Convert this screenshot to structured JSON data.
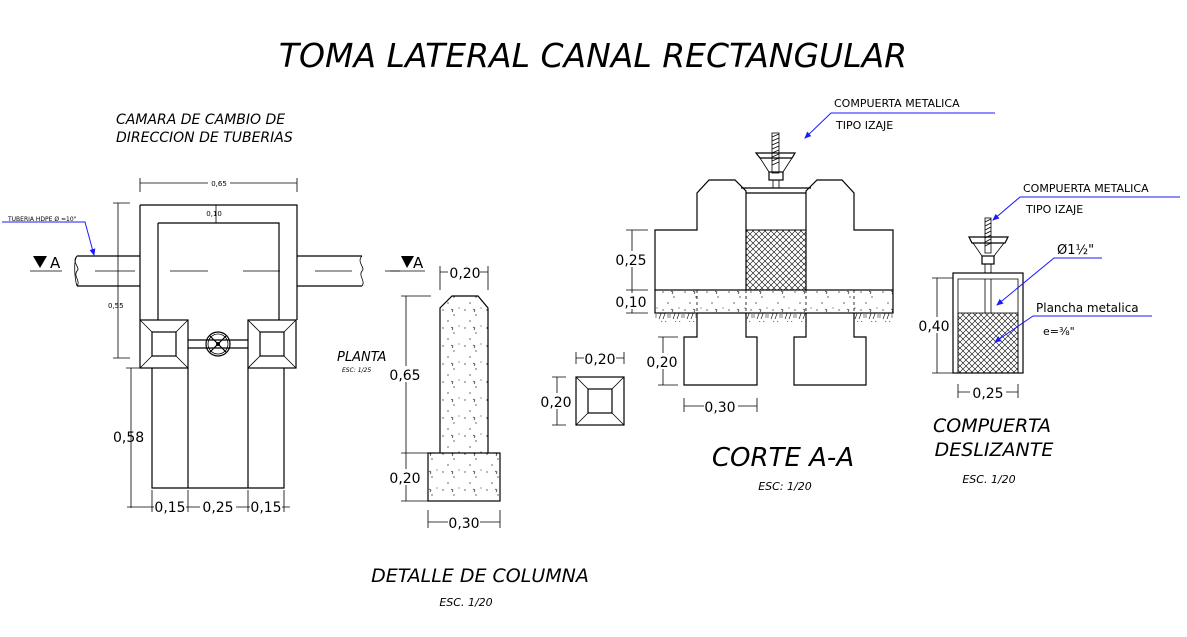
{
  "title": "TOMA LATERAL  CANAL RECTANGULAR",
  "plan_view": {
    "heading_line1": "CAMARA DE CAMBIO DE",
    "heading_line2": "DIRECCION DE TUBERIAS",
    "pipe_label": "TUBERIA HDPE Ø =10\"",
    "section_marker_left": "A",
    "section_marker_right": "A",
    "dim_top_width": "0,65",
    "dim_wall": "0,10",
    "dim_side_height": "0,55",
    "dim_lower_height": "0,58",
    "dim_bottom": [
      "0,15",
      "0,25",
      "0,15"
    ],
    "planta_label": "PLANTA",
    "planta_scale": "ESC: 1/25"
  },
  "column_detail": {
    "dim_top_width": "0,20",
    "dim_column_height": "0,65",
    "dim_base_height": "0,20",
    "dim_base_width": "0,30",
    "section_dim_width": "0,20",
    "section_dim_height": "0,20",
    "title": "DETALLE DE COLUMNA",
    "scale": "ESC. 1/20"
  },
  "section_aa": {
    "callout_line1": "COMPUERTA METALICA",
    "callout_line2": "TIPO IZAJE",
    "dim_wall_height": "0,25",
    "dim_slab": "0,10",
    "dim_footing_height": "0,20",
    "dim_footing_width": "0,30",
    "title": "CORTE A-A",
    "scale": "ESC: 1/20"
  },
  "sliding_gate": {
    "callout_line1": "COMPUERTA METALICA",
    "callout_line2": "TIPO IZAJE",
    "rod_diameter": "Ø1½\"",
    "plate_label": "Plancha metalica",
    "plate_thickness": "e=⅜\"",
    "dim_height": "0,40",
    "dim_width": "0,25",
    "title_line1": "COMPUERTA",
    "title_line2": "DESLIZANTE",
    "scale": "ESC. 1/20"
  }
}
